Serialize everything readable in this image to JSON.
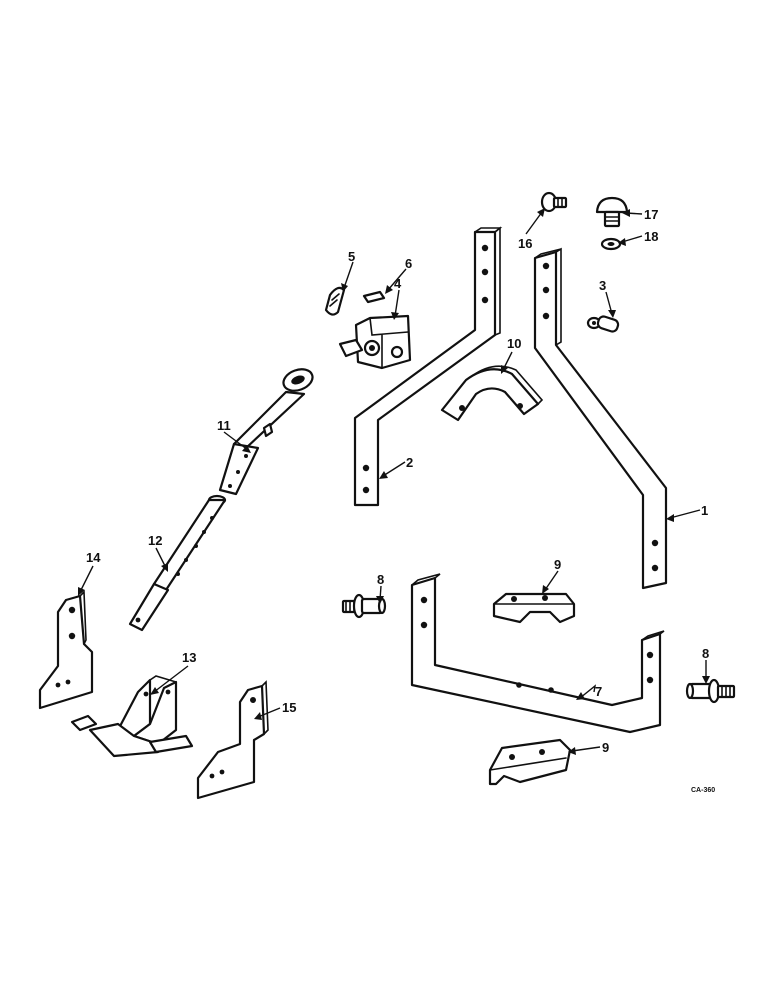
{
  "diagram": {
    "drawing_code": "CA-360",
    "callouts": [
      {
        "id": "1",
        "label": "1"
      },
      {
        "id": "2",
        "label": "2"
      },
      {
        "id": "3",
        "label": "3"
      },
      {
        "id": "4",
        "label": "4"
      },
      {
        "id": "5",
        "label": "5"
      },
      {
        "id": "6",
        "label": "6"
      },
      {
        "id": "7",
        "label": "7"
      },
      {
        "id": "8a",
        "label": "8"
      },
      {
        "id": "8b",
        "label": "8"
      },
      {
        "id": "9a",
        "label": "9"
      },
      {
        "id": "9b",
        "label": "9"
      },
      {
        "id": "10",
        "label": "10"
      },
      {
        "id": "11",
        "label": "11"
      },
      {
        "id": "12",
        "label": "12"
      },
      {
        "id": "13",
        "label": "13"
      },
      {
        "id": "14",
        "label": "14"
      },
      {
        "id": "15",
        "label": "15"
      },
      {
        "id": "16",
        "label": "16"
      },
      {
        "id": "17",
        "label": "17"
      },
      {
        "id": "18",
        "label": "18"
      }
    ]
  }
}
